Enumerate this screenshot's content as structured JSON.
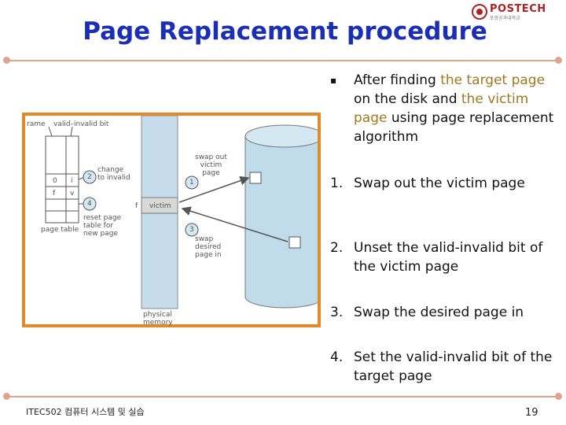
{
  "header": {
    "title": "Page Replacement procedure",
    "logo_text": "POSTECH",
    "logo_subtext": "포항공과대학교"
  },
  "bullets": {
    "intro_pre": "After finding ",
    "intro_hl1": "the target page",
    "intro_mid1": " on the disk and ",
    "intro_hl2": "the victim page",
    "intro_post": " using page replacement algorithm",
    "steps": [
      {
        "num": "1.",
        "text": "Swap out the victim page"
      },
      {
        "num": "2.",
        "text": "Unset the valid-invalid bit of the victim page"
      },
      {
        "num": "3.",
        "text": "Swap the desired page in"
      },
      {
        "num": "4.",
        "text": "Set the valid-invalid bit of the target page"
      }
    ]
  },
  "diagram": {
    "frame_label": "rame",
    "valid_invalid_label": "valid–invalid bit",
    "row1": {
      "frame": "0",
      "bit": "i"
    },
    "row2": {
      "frame": "f",
      "bit": "v"
    },
    "page_table_label": "page table",
    "step1": "1",
    "step2": "2",
    "step3": "3",
    "step4": "4",
    "change_label_1": "change",
    "change_label_2": "to invalid",
    "reset_label_1": "reset page",
    "reset_label_2": "table for",
    "reset_label_3": "new page",
    "f_label": "f",
    "victim_label": "victim",
    "swap_out_1": "swap out",
    "swap_out_2": "victim",
    "swap_out_3": "page",
    "swap_desired_1": "swap",
    "swap_desired_2": "desired",
    "swap_desired_3": "page in",
    "physical_1": "physical",
    "physical_2": "memory"
  },
  "footer": {
    "course": "ITEC502 컴퓨터 시스템 및 실습",
    "page_number": "19"
  },
  "colors": {
    "title": "#1a2fb5",
    "rule": "#e0a48c",
    "frame_border": "#e08a2a",
    "memory": "#c6dcea",
    "disk": "#c0dbe9",
    "highlight": "#a07820"
  }
}
